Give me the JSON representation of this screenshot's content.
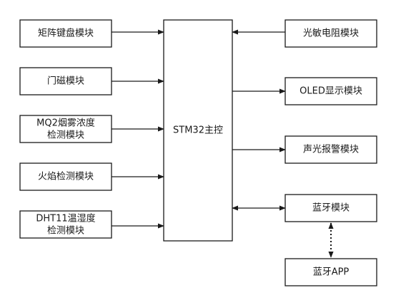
{
  "diagram": {
    "nodes": {
      "keypad": {
        "lines": [
          "矩阵键盘模块"
        ]
      },
      "door_sensor": {
        "lines": [
          "门磁模块"
        ]
      },
      "mq2": {
        "lines": [
          "MQ2烟雾浓度",
          "检测模块"
        ]
      },
      "flame": {
        "lines": [
          "火焰检测模块"
        ]
      },
      "dht11": {
        "lines": [
          "DHT11温湿度",
          "检测模块"
        ]
      },
      "mcu": {
        "lines": [
          "STM32主控"
        ]
      },
      "photoresistor": {
        "lines": [
          "光敏电阻模块"
        ]
      },
      "oled": {
        "lines": [
          "OLED显示模块"
        ]
      },
      "alarm": {
        "lines": [
          "声光报警模块"
        ]
      },
      "bluetooth": {
        "lines": [
          "蓝牙模块"
        ]
      },
      "bt_app": {
        "lines": [
          "蓝牙APP"
        ]
      }
    },
    "edges": [
      {
        "id": "keypad-to-mcu",
        "from": "keypad",
        "to": "mcu",
        "style": "solid",
        "arrow": "end"
      },
      {
        "id": "door-to-mcu",
        "from": "door_sensor",
        "to": "mcu",
        "style": "solid",
        "arrow": "end"
      },
      {
        "id": "mq2-to-mcu",
        "from": "mq2",
        "to": "mcu",
        "style": "solid",
        "arrow": "end"
      },
      {
        "id": "flame-to-mcu",
        "from": "flame",
        "to": "mcu",
        "style": "solid",
        "arrow": "end"
      },
      {
        "id": "dht11-to-mcu",
        "from": "dht11",
        "to": "mcu",
        "style": "solid",
        "arrow": "end"
      },
      {
        "id": "photo-to-mcu",
        "from": "photoresistor",
        "to": "mcu",
        "style": "solid",
        "arrow": "end"
      },
      {
        "id": "mcu-to-oled",
        "from": "mcu",
        "to": "oled",
        "style": "solid",
        "arrow": "end"
      },
      {
        "id": "mcu-to-alarm",
        "from": "mcu",
        "to": "alarm",
        "style": "solid",
        "arrow": "end"
      },
      {
        "id": "mcu-bluetooth",
        "from": "mcu",
        "to": "bluetooth",
        "style": "solid",
        "arrow": "both"
      },
      {
        "id": "bluetooth-app",
        "from": "bluetooth",
        "to": "bt_app",
        "style": "dotted",
        "arrow": "both"
      }
    ]
  }
}
